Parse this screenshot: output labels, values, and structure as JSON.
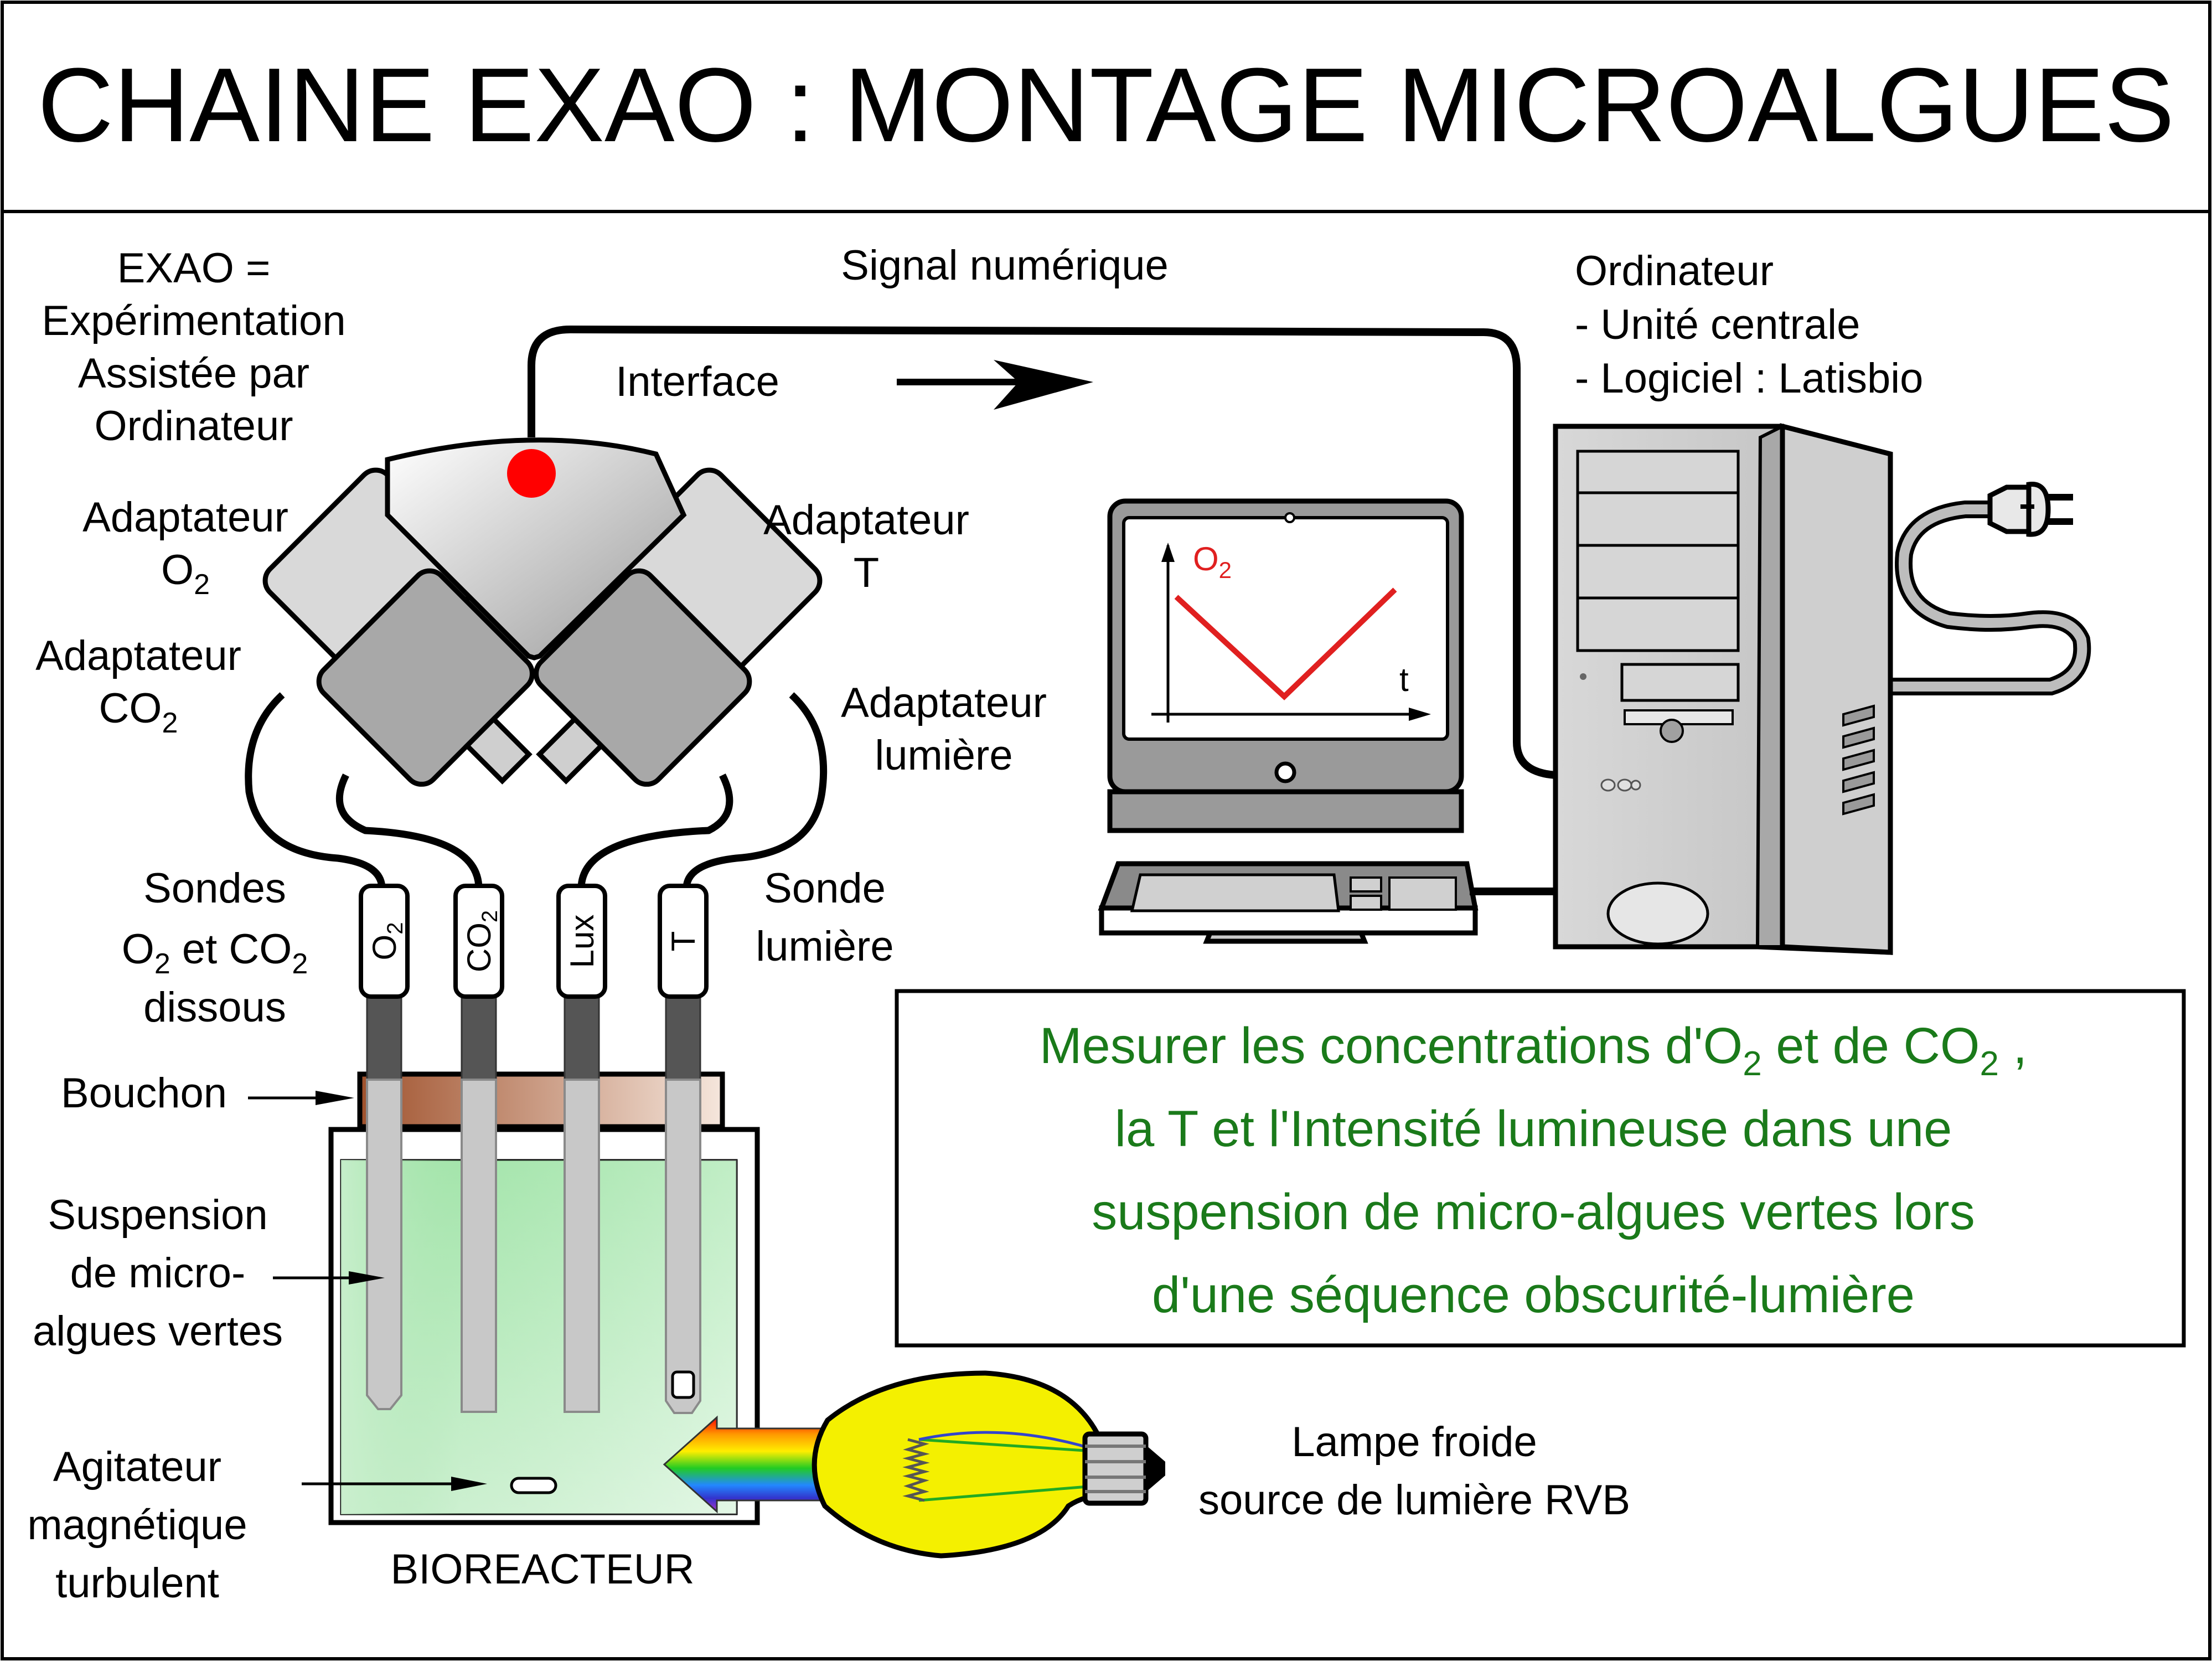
{
  "title": "CHAINE EXAO : MONTAGE MICROALGUES",
  "exao_definition": [
    "EXAO =",
    "Expérimentation",
    "Assistée par",
    "Ordinateur"
  ],
  "signal_label": "Signal numérique",
  "interface_label": "Interface",
  "computer": {
    "title": "Ordinateur",
    "items": [
      "- Unité centrale",
      "- Logiciel : Latisbio"
    ]
  },
  "screen_graph": {
    "y_label": "O",
    "y_sub": "2",
    "x_label": "t"
  },
  "adapters": {
    "o2": {
      "line1": "Adaptateur",
      "line2": "O",
      "sub": "2"
    },
    "t": {
      "line1": "Adaptateur",
      "line2": "T"
    },
    "co2": {
      "line1": "Adaptateur",
      "line2": "CO",
      "sub": "2"
    },
    "light": {
      "line1": "Adaptateur",
      "line2": "lumière"
    }
  },
  "probes_label": {
    "line1": "Sondes",
    "line2a": "O",
    "sub2a": "2",
    "line2b": " et CO",
    "sub2b": "2",
    "line3": "dissous"
  },
  "probe_light_label": [
    "Sonde",
    "lumière"
  ],
  "probes": [
    {
      "text": "O",
      "sub": "2"
    },
    {
      "text": "CO",
      "sub": "2"
    },
    {
      "text": "Lux",
      "sub": ""
    },
    {
      "text": "T",
      "sub": ""
    }
  ],
  "bouchon_label": "Bouchon",
  "suspension_label": [
    "Suspension",
    "de micro-",
    "algues vertes"
  ],
  "agitator_label": [
    "Agitateur",
    "magnétique",
    "turbulent"
  ],
  "bioreactor_label": "BIOREACTEUR",
  "lamp_label": [
    "Lampe froide",
    "source de lumière RVB"
  ],
  "info_box": {
    "line1a": "Mesurer les concentrations d'O",
    "line1b": "2",
    "line1c": " et de CO",
    "line1d": "2",
    "line1e": " ,",
    "line2": "la T et l'Intensité lumineuse dans une",
    "line3": "suspension de micro-algues vertes lors",
    "line4": "d'une séquence obscurité-lumière"
  },
  "colors": {
    "text": "#000000",
    "info_text": "#1a7a1a",
    "graph_line": "#e02020",
    "red_dot": "#ff0000",
    "liquid": "#9fe0a6",
    "bulb": "#f4f000"
  }
}
